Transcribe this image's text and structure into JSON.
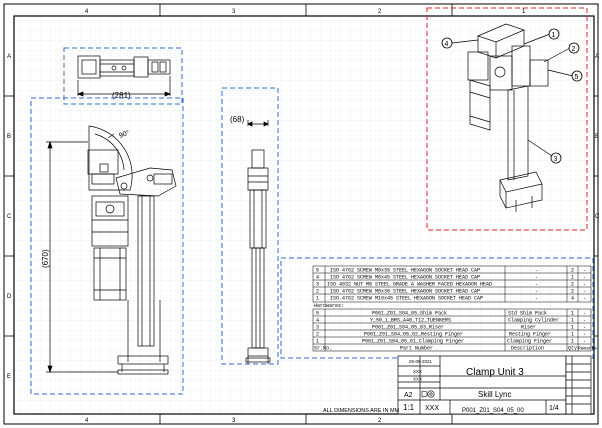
{
  "border": {
    "col_labels": [
      "4",
      "3",
      "2",
      "1"
    ],
    "row_labels": [
      "A",
      "B",
      "C",
      "D",
      "E"
    ]
  },
  "views": {
    "top_dim": "(281)",
    "front_dim": "(670)",
    "front_angle": "90°",
    "side_dim": "(68)"
  },
  "iso_balloons": [
    "1",
    "2",
    "3",
    "4",
    "5"
  ],
  "bom": {
    "hardware_header": "Hardwares:",
    "hardware_rows": [
      {
        "sr": "5",
        "part": "ISO 4762 SCREW M8x35 STEEL HEXAGON SOCKET HEAD CAP",
        "desc": "-",
        "qty": "2",
        "rem": "-"
      },
      {
        "sr": "4",
        "part": "ISO 4762 SCREW M8x45 STEEL  HEXAGON SOCKET HEAD CAP",
        "desc": "-",
        "qty": "1",
        "rem": "-"
      },
      {
        "sr": "3",
        "part": "ISO 4032 NUT M8 STEEL GRADE A WASHER FACED HEXAGON HEAD",
        "desc": "-",
        "qty": "2",
        "rem": "-"
      },
      {
        "sr": "2",
        "part": "ISO 4762 SCREW M8x30 STEEL HEXAGON SOCKET HEAD CAP",
        "desc": "-",
        "qty": "2",
        "rem": "-"
      },
      {
        "sr": "1",
        "part": "ISO 4762 SCREW M10x45 STEEL HEXAGON SOCKET HEAD CAP",
        "desc": "-",
        "qty": "4",
        "rem": "-"
      }
    ],
    "part_rows": [
      {
        "sr": "5",
        "part": "P001_Z01_S04_05_Shim Pack",
        "desc": "Std Shim Pack",
        "qty": "1",
        "rem": "-"
      },
      {
        "sr": "4",
        "part": "Y_50_1_BRS_A40_T12_TUENKERS",
        "desc": "Clamping Cylinder",
        "qty": "1",
        "rem": "-"
      },
      {
        "sr": "3",
        "part": "P001_Z01_S04_05_03_Riser",
        "desc": "Riser",
        "qty": "1",
        "rem": "-"
      },
      {
        "sr": "2",
        "part": "P001_Z01_S04_05_02_Resting Finger",
        "desc": "Resting Finger",
        "qty": "1",
        "rem": "-"
      },
      {
        "sr": "1",
        "part": "P001_Z01_S04_05_01_Clamping Finger",
        "desc": "Clamping Finger",
        "qty": "1",
        "rem": "-"
      }
    ],
    "header": {
      "sr": "Sr.No.",
      "part": "Part Number",
      "desc": "Description",
      "qty": "Qty",
      "rem": "Remarks"
    }
  },
  "title_block": {
    "date": "25-08-2021",
    "xxx1": "XXX",
    "xxx2": "XXX",
    "title": "Clamp Unit 3",
    "company": "Skill Lync",
    "size": "A2",
    "scale": "1:1",
    "xxx3": "XXX",
    "part_no": "P001_Z01_S04_05_00",
    "sheet": "1/4",
    "note": "ALL DIMENSIONS ARE IN MM"
  }
}
